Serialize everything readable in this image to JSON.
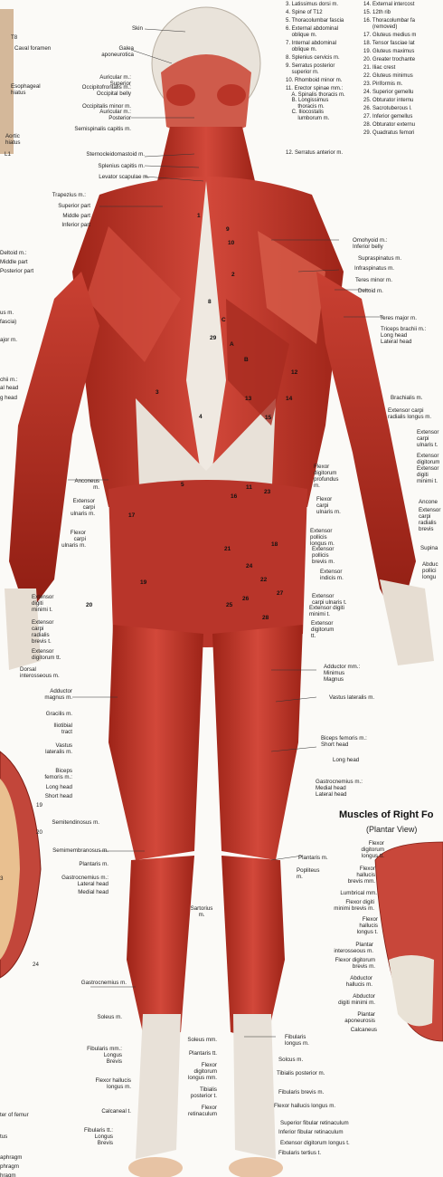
{
  "legend": {
    "col1": [
      "3. Latissimus dorsi m.",
      "4. Spine of T12",
      "5. Thoracolumbar fascia",
      "6. External abdominal\n    oblique m.",
      "7. Internal abdominal\n    oblique m.",
      "8. Splenius cervicis m.",
      "9. Serratus posterior\n    superior m.",
      "10. Rhomboid minor m.",
      "11. Erector spinae mm.:\n    A. Spinalis thoracis m.\n    B. Longissimus\n        thoracis m.\n    C. Iliocostalis\n        lumborum m.",
      "12. Serratus anterior m."
    ],
    "col2": [
      "14. External intercost",
      "15. 12th rib",
      "16. Thoracolumbar fa\n      (removed)",
      "17. Gluteus medius m",
      "18. Tensor fasciae lat",
      "19. Gluteus maximus",
      "20. Greater trochante",
      "21. Iliac crest",
      "22. Gluteus minimus",
      "23. Piriformis m.",
      "24. Superior gemellu",
      "25. Obturator internu",
      "26. Sacrotuberous l.",
      "27. Inferior gemellus",
      "28. Obturator externu",
      "29. Quadratus femori"
    ]
  },
  "left_labels": [
    "Skin",
    "Galea\naponeurotica",
    "Auricular m.:\nSuperior",
    "Occipitofrontalis m.:\nOccipital belly",
    "Occipitalis minor m.",
    "Auricular m.:\nPosterior",
    "Semispinalis capitis m.",
    "Sternocleidomastoid m.",
    "Splenius capitis m.",
    "Levator scapulae m.",
    "Trapezius m.:",
    "Superior part",
    "Middle part",
    "Inferior part",
    "Anconeus\nm.",
    "Extensor\ncarpi\nulnaris m.",
    "Flexor\ncarpi\nulnaris m.",
    "Extensor\ndigiti\nminimi t.",
    "Extensor\ncarpi\nradialis\nbrevis t.",
    "Extensor\ndigitorum tt.",
    "Dorsal\ninterosseous m.",
    "Adductor\nmagnus m.",
    "Gracilis m.",
    "Iliotibial\ntract",
    "Vastus\nlateralis m.",
    "Biceps\nfemoris m.:",
    "Long head",
    "Short head",
    "Semitendinosus m.",
    "Semimembranosus m.",
    "Plantaris m.",
    "Gastrocnemius m.:\nLateral head",
    "Medial head",
    "Sartorius\nm.",
    "Gastrocnemius m.",
    "Soleus m.",
    "Fibularis mm.:\nLongus\nBrevis",
    "Flexor hallucis\nlongus m.",
    "Calcaneal t.",
    "Fibularis tt.:\nLongus\nBrevis",
    "Soleus mm.",
    "Plantaris tt.",
    "Flexor\ndigitorum\nlongus mm.",
    "Tibialis\nposterior t.",
    "Flexor\nretinaculum"
  ],
  "far_left_labels": [
    "T8",
    "Caval foramen",
    "Esophageal\nhiatus",
    "Aortic\nhiatus",
    "L1",
    "Deltoid m.:",
    "Middle part",
    "Posterior part",
    "us m.",
    "fascia)",
    "ajor m.",
    "chii m.:",
    "al head",
    "g head",
    "19",
    "20",
    "3",
    "24",
    "ter of femur",
    "tus",
    "aphragm",
    "phragm",
    "hragm"
  ],
  "right_labels": [
    "Omohyoid m.:\nInferior belly",
    "Supraspinatus m.",
    "Infraspinatus m.",
    "Teres minor m.",
    "Deltoid m.",
    "Teres major m.",
    "Triceps brachii m.:\nLong head\nLateral head",
    "Brachialis m.",
    "Extensor carpi\nradialis longus m.",
    "Flexor\ndigitorum\nprofundus\nm.",
    "Flexor\ncarpi\nulnaris m.",
    "Extensor\npollicis\nlongus m.",
    "Extensor\npollicis\nbrevis m.",
    "Extensor\nindicis m.",
    "Extensor\ncarpi ulnaris t.",
    "Extensor digiti\nminimi t.",
    "Extensor\ndigitorum\ntt.",
    "Adductor mm.:\nMinimus\nMagnus",
    "Vastus lateralis m.",
    "Biceps femoris m.:\nShort head",
    "Long head",
    "Gastrocnemius m.:\nMedial head\nLateral head",
    "Plantaris m.",
    "Popliteus\nm.",
    "Fibularis\nlongus m.",
    "Solcus m.",
    "Tibialis posterior m.",
    "Fibularis brevis m.",
    "Flexor hallucis longus m.",
    "Superior fibular retinaculum",
    "Inferior fibular retinaculum",
    "Extensor digitorum longus t.",
    "Fibularis tertius t."
  ],
  "far_right_labels": [
    "Extensor\ncarpi\nulnaris t.",
    "Extensor\ndigitorum\nExtensor\ndigiti\nminimi t.",
    "Ancone",
    "Extensor\ncarpi\nradialis\nbrevis",
    "Supina",
    "Abduc\npollici\nlongu"
  ],
  "body_numbers": [
    "1",
    "2",
    "3",
    "4",
    "5",
    "8",
    "9",
    "10",
    "11",
    "12",
    "13",
    "14",
    "15",
    "16",
    "17",
    "18",
    "19",
    "20",
    "21",
    "22",
    "23",
    "24",
    "25",
    "26",
    "27",
    "28",
    "29",
    "A",
    "B",
    "C"
  ],
  "foot_inset": {
    "title": "Muscles of Right Fo",
    "subtitle": "(Plantar View)",
    "labels": [
      "Flexor\ndigitorum\nlongus tt.",
      "Flexor\nhallucis\nbrevis mm.",
      "Lumbrical mm.",
      "Flexor digiti\nminimi brevis m.",
      "Flexor\nhallucis\nlongus t.",
      "Plantar\ninterosseous m.",
      "Flexor digitorum\nbrevis m.",
      "Abductor\nhallucis m.",
      "Abductor\ndigiti minimi m.",
      "Plantar\naponeurosis",
      "Calcaneus"
    ]
  },
  "colors": {
    "muscle": "#c0392b",
    "muscle_dark": "#8e1f14",
    "tendon": "#e8e1d8",
    "background": "#fbfaf7",
    "skin": "#e9c7a8"
  }
}
